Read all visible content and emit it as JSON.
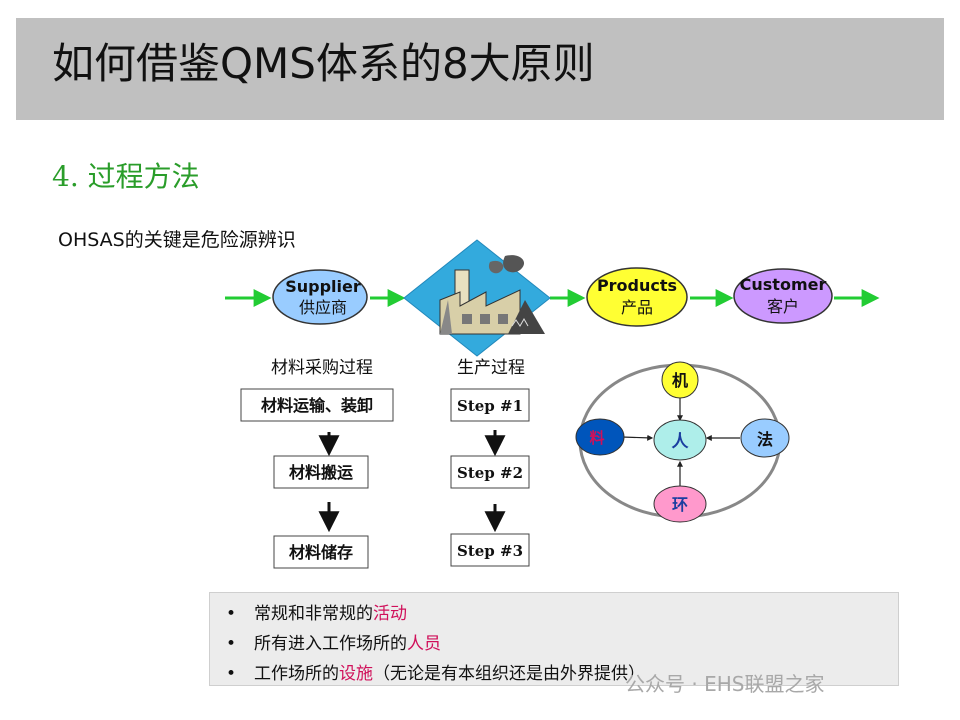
{
  "title": "如何借鉴QMS体系的8大原则",
  "section": "4. 过程方法",
  "subtitle": "OHSAS的关键是危险源辨识",
  "flow": {
    "supplier": {
      "en": "Supplier",
      "zh": "供应商"
    },
    "products": {
      "en": "Products",
      "zh": "产品"
    },
    "customer": {
      "en": "Customer",
      "zh": "客户"
    }
  },
  "purchase": {
    "header": "材料采购过程",
    "steps": [
      "材料运输、装卸",
      "材料搬运",
      "材料储存"
    ]
  },
  "production": {
    "header": "生产过程",
    "steps": [
      "Step #1",
      "Step #2",
      "Step #3"
    ]
  },
  "factors": {
    "center": "人",
    "top": "机",
    "left": "料",
    "right": "法",
    "bottom": "环"
  },
  "bullets": [
    {
      "text": "常规和非常规的",
      "highlight": "活动",
      "suffix": ""
    },
    {
      "text": "所有进入工作场所的",
      "highlight": "人员",
      "suffix": ""
    },
    {
      "text": "工作场所的",
      "highlight": "设施",
      "suffix": "（无论是有本组织还是由外界提供）"
    }
  ],
  "bullet_symbol": "•",
  "watermark": "公众号 · EHS联盟之家",
  "colors": {
    "green_arrow": "#22cc33",
    "supplier_fill": "#99ccff",
    "diamond_fill": "#33aadd",
    "products_fill": "#ffff33",
    "customer_fill": "#cc99ff",
    "highlight": "#d0105a",
    "section_green": "#2a9d2a"
  }
}
